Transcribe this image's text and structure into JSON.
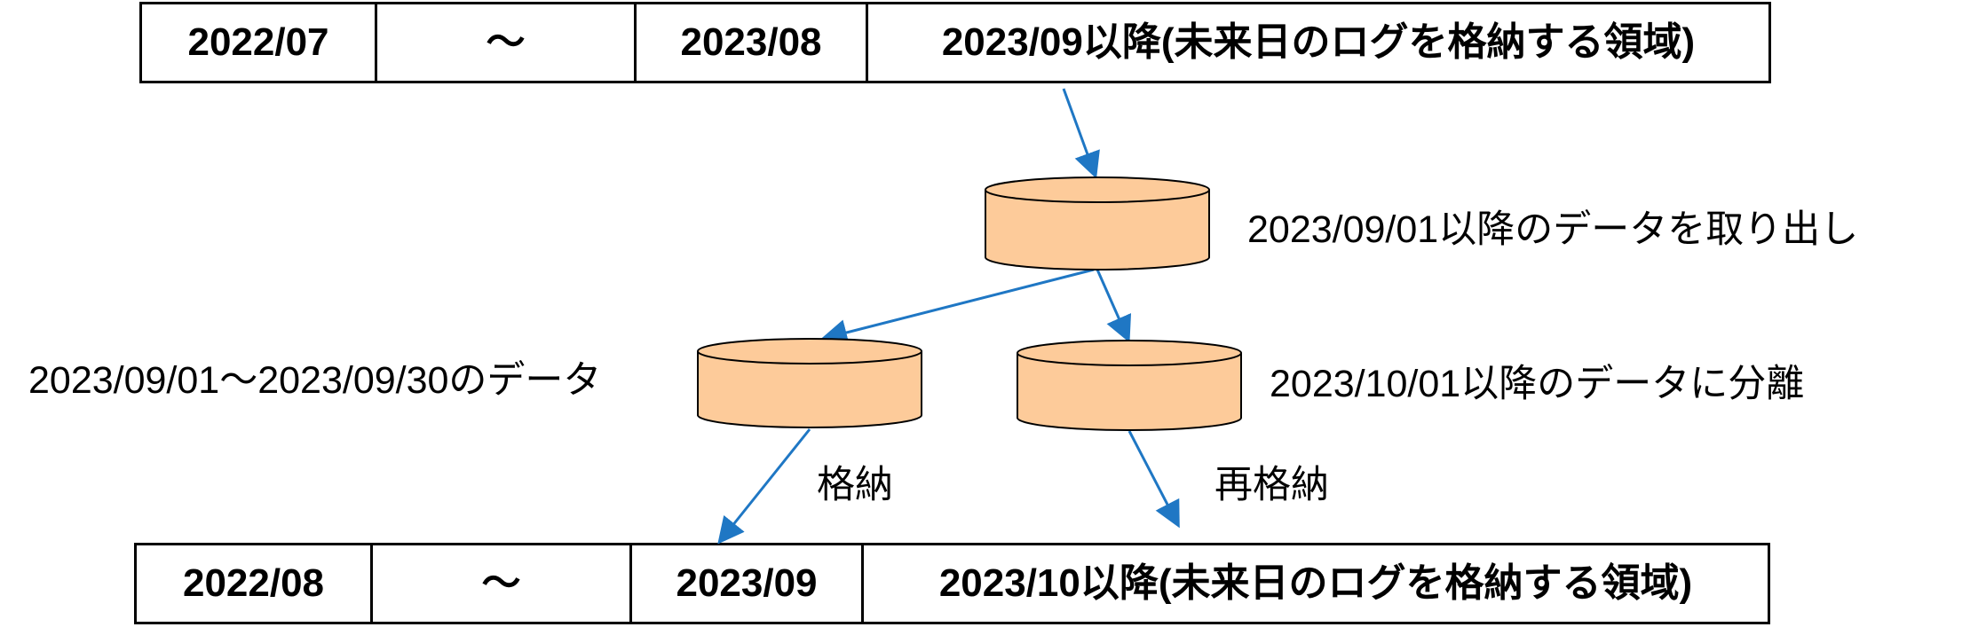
{
  "top_row": {
    "cells": [
      "2022/07",
      "～",
      "2023/08",
      "2023/09以降(未来日のログを格納する領域)"
    ]
  },
  "bottom_row": {
    "cells": [
      "2022/08",
      "～",
      "2023/09",
      "2023/10以降(未来日のログを格納する領域)"
    ]
  },
  "cylinders": {
    "extracted_label": "2023/09/01以降のデータを取り出し",
    "september_label": "2023/09/01～2023/09/30のデータ",
    "october_label": "2023/10/01以降のデータに分離"
  },
  "arrows": {
    "store_label": "格納",
    "restore_label": "再格納"
  },
  "colors": {
    "arrow": "#1f77c4",
    "cylinder_fill": "#fdcb9a",
    "border": "#000000"
  }
}
